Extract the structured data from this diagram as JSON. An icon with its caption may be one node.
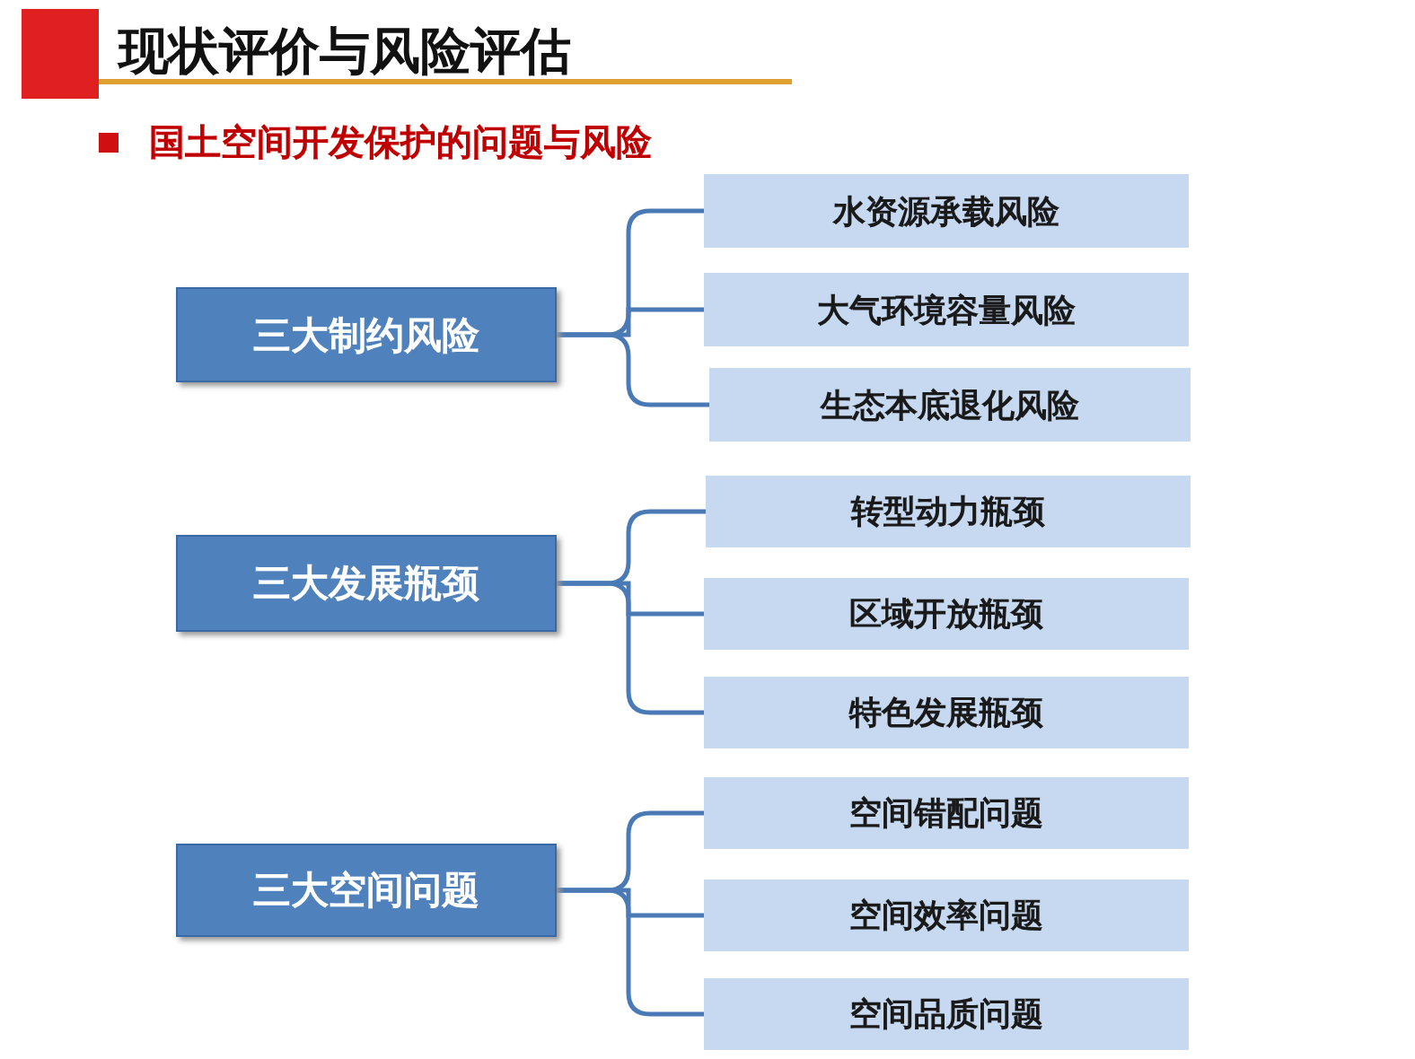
{
  "diagram": {
    "title": "现状评价与风险评估",
    "nodes": [
      {
        "text": [
          "三大制约风险"
        ]
      },
      {
        "text": [
          "水资源承载风险"
        ]
      },
      {
        "text": [
          "大气环境容量风险"
        ]
      },
      {
        "text": [
          "生态本底退化风险"
        ]
      },
      {
        "text": [
          "三大发展瓶颈"
        ]
      },
      {
        "text": [
          "转型动力瓶颈"
        ]
      },
      {
        "text": [
          "区域开放瓶颈"
        ]
      },
      {
        "text": [
          "特色发展瓶颈"
        ]
      },
      {
        "text": [
          "三大空间问题"
        ]
      },
      {
        "text": [
          "空间错配问题"
        ]
      },
      {
        "text": [
          "空间效率问题"
        ]
      },
      {
        "text": [
          "空间品质问题"
        ]
      }
    ],
    "edges": [
      {
        "from": 0,
        "to": 1,
        "arrow": "none"
      },
      {
        "from": 0,
        "to": 2,
        "arrow": "none"
      },
      {
        "from": 0,
        "to": 3,
        "arrow": "none"
      },
      {
        "from": 4,
        "to": 5,
        "arrow": "none"
      },
      {
        "from": 4,
        "to": 6,
        "arrow": "none"
      },
      {
        "from": 4,
        "to": 7,
        "arrow": "none"
      },
      {
        "from": 8,
        "to": 9,
        "arrow": "none"
      },
      {
        "from": 8,
        "to": 10,
        "arrow": "none"
      },
      {
        "from": 8,
        "to": 11,
        "arrow": "none"
      }
    ],
    "labels": [
      "国土空间开发保护的问题与风险"
    ]
  }
}
